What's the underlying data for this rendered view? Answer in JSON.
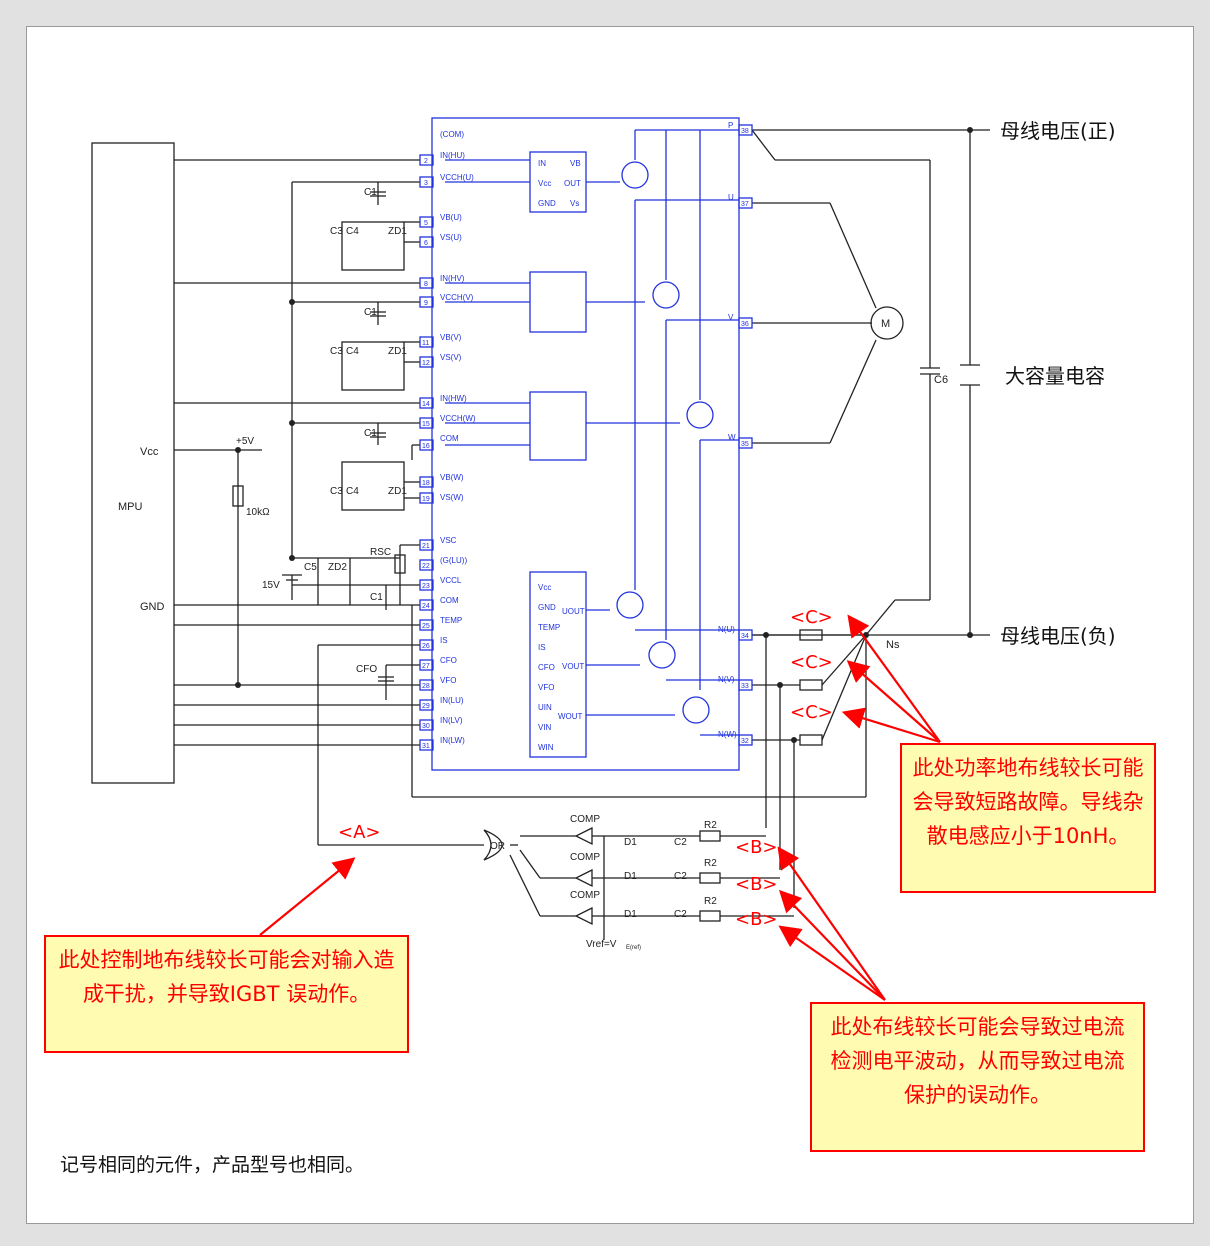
{
  "diagram": {
    "mpu_label": "MPU",
    "vcc_label": "Vcc",
    "gnd_label": "GND",
    "plus5v": "+5V",
    "r10k": "10kΩ",
    "v15": "15V",
    "bus_positive": "母线电压(正)",
    "bus_negative": "母线电压(负)",
    "bulk_cap": "大容量电容",
    "c6": "C6",
    "motor": "M",
    "ns": "Ns",
    "or_gate": "OR",
    "comp": "COMP",
    "r2": "R2",
    "d1": "D1",
    "c2": "C2",
    "vref": "Vref=V",
    "vref_sub": "E(ref)",
    "marker_a": "<A>",
    "marker_b": "<B>",
    "marker_c": "<C>",
    "cfo": "CFO",
    "rsc": "RSC",
    "c5": "C5",
    "zd2": "ZD2",
    "c1": "C1",
    "c3": "C3",
    "c4": "C4",
    "zd1": "ZD1",
    "pins_left": [
      "(COM)",
      "IN(HU)",
      "VCCH(U)",
      "VB(U)",
      "VS(U)",
      "IN(HV)",
      "VCCH(V)",
      "VB(V)",
      "VS(V)",
      "IN(HW)",
      "VCCH(W)",
      "COM",
      "VB(W)",
      "VS(W)",
      "VSC",
      "(G(LU))",
      "VCCL",
      "COM",
      "TEMP",
      "IS",
      "CFO",
      "VFO",
      "IN(LU)",
      "IN(LV)",
      "IN(LW)"
    ],
    "pin_numbers_left": [
      "2",
      "3",
      "5",
      "6",
      "8",
      "9",
      "11",
      "12",
      "14",
      "15",
      "16",
      "18",
      "19",
      "21",
      "22",
      "23",
      "24",
      "25",
      "26",
      "27",
      "28",
      "29",
      "30",
      "31"
    ],
    "pins_right": [
      "P",
      "U",
      "V",
      "W",
      "N(U)",
      "N(V)",
      "N(W)"
    ],
    "pin_numbers_right": [
      "38",
      "37",
      "36",
      "35",
      "34",
      "33",
      "32"
    ],
    "gate_driver_pins": [
      "IN",
      "VB",
      "Vcc",
      "OUT",
      "GND",
      "Vs"
    ],
    "low_driver_pins": [
      "Vcc",
      "GND",
      "TEMP",
      "IS",
      "CFO",
      "VFO",
      "UIN",
      "VIN",
      "WIN",
      "UOUT",
      "VOUT",
      "WOUT"
    ]
  },
  "notes": {
    "control_ground": "此处控制地布线较长可能会对输入造成干扰，并导致IGBT 误动作。",
    "power_ground": "此处功率地布线较长可能会导致短路故障。导线杂散电感应小于10nH。",
    "ocp_wiring": "此处布线较长可能会导致过电流检测电平波动，从而导致过电流保护的误动作。"
  },
  "footnote": "记号相同的元件，产品型号也相同。"
}
